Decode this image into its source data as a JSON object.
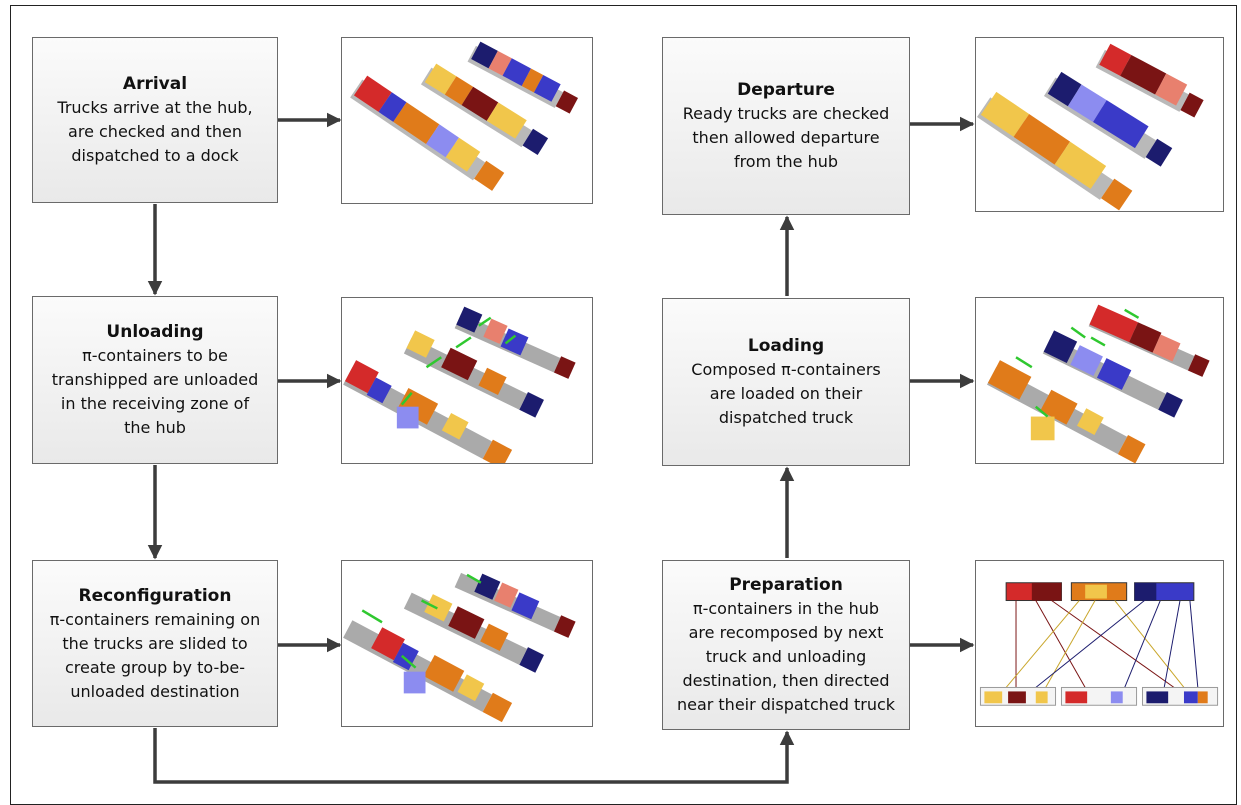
{
  "steps": {
    "arrival": {
      "title": "Arrival",
      "desc": [
        "Trucks arrive at the hub,",
        "are checked and then",
        "dispatched to a dock"
      ]
    },
    "unloading": {
      "title": "Unloading",
      "desc": [
        "π-containers to be",
        "transhipped are unloaded",
        "in the receiving zone of",
        "the hub"
      ]
    },
    "reconfiguration": {
      "title": "Reconfiguration",
      "desc": [
        "π-containers remaining on",
        "the trucks are slided to",
        "create group by to-be-",
        "unloaded destination"
      ]
    },
    "departure": {
      "title": "Departure",
      "desc": [
        "Ready trucks are checked",
        "then allowed departure",
        "from the hub"
      ]
    },
    "loading": {
      "title": "Loading",
      "desc": [
        "Composed π-containers",
        "are loaded on their",
        "dispatched truck"
      ]
    },
    "preparation": {
      "title": "Preparation",
      "desc": [
        "π-containers in the hub",
        "are recomposed by next",
        "truck and unloading",
        "destination, then directed",
        "near their dispatched truck"
      ]
    }
  },
  "colors": {
    "red": "#d42a2a",
    "dark_red": "#7a1414",
    "salmon": "#e8806e",
    "orange": "#e07b1a",
    "yellow": "#f1c64b",
    "blue": "#3a3ac8",
    "navy": "#1c1c6e",
    "light_blue": "#8c8cf0",
    "green_arrow": "#2fc82f",
    "arrow": "#3c3c3c"
  }
}
